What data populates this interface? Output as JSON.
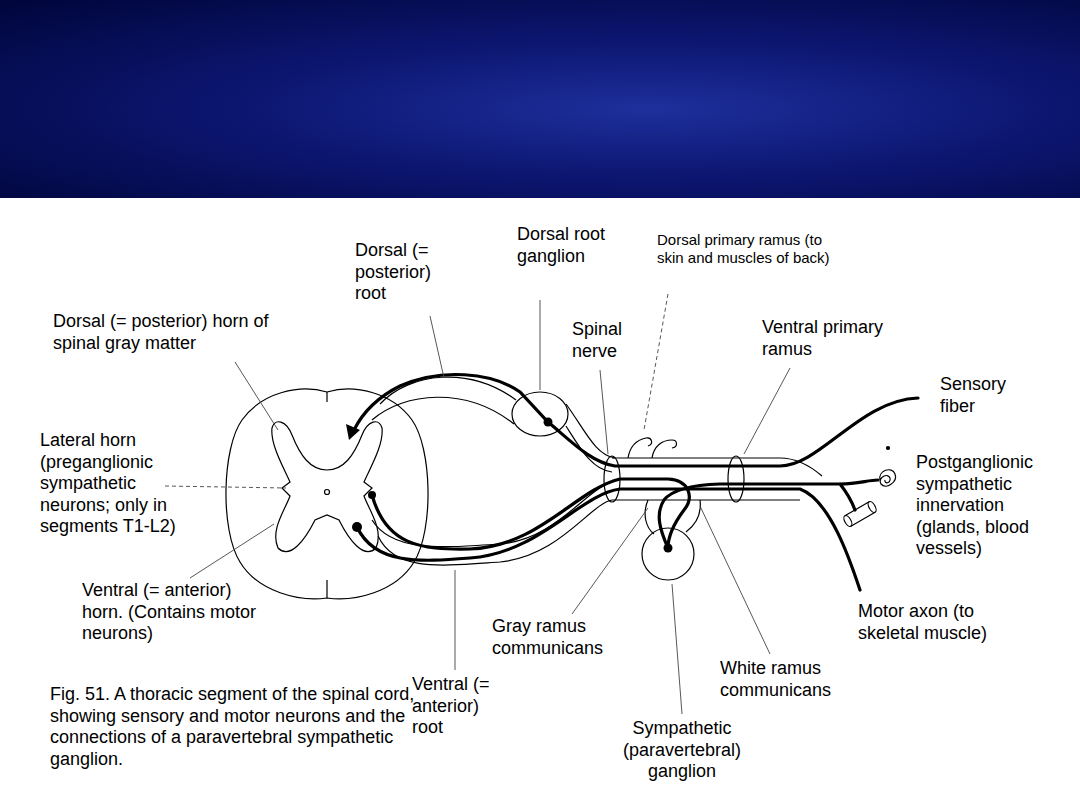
{
  "diagram": {
    "caption": "Fig. 51. A thoracic segment of the spinal cord, showing sensory and motor neurons and the connections of a paravertebral sympathetic ganglion.",
    "labels": [
      "Dorsal root ganglion",
      "Dorsal primary ramus (to skin and muscles of back)",
      "Dorsal (= posterior) root",
      "Dorsal (= posterior) horn of spinal gray matter",
      "Spinal nerve",
      "Ventral primary ramus",
      "Sensory fiber",
      "Lateral horn (preganglionic sympathetic neurons; only in segments T1-L2)",
      "Postganglionic sympathetic innervation (glands, blood vessels)",
      "Ventral (= anterior) horn. (Contains motor neurons)",
      "Gray ramus communicans",
      "Motor axon (to skeletal muscle)",
      "White ramus communicans",
      "Ventral (= anterior) root",
      "Sympathetic (paravertebral) ganglion"
    ]
  }
}
